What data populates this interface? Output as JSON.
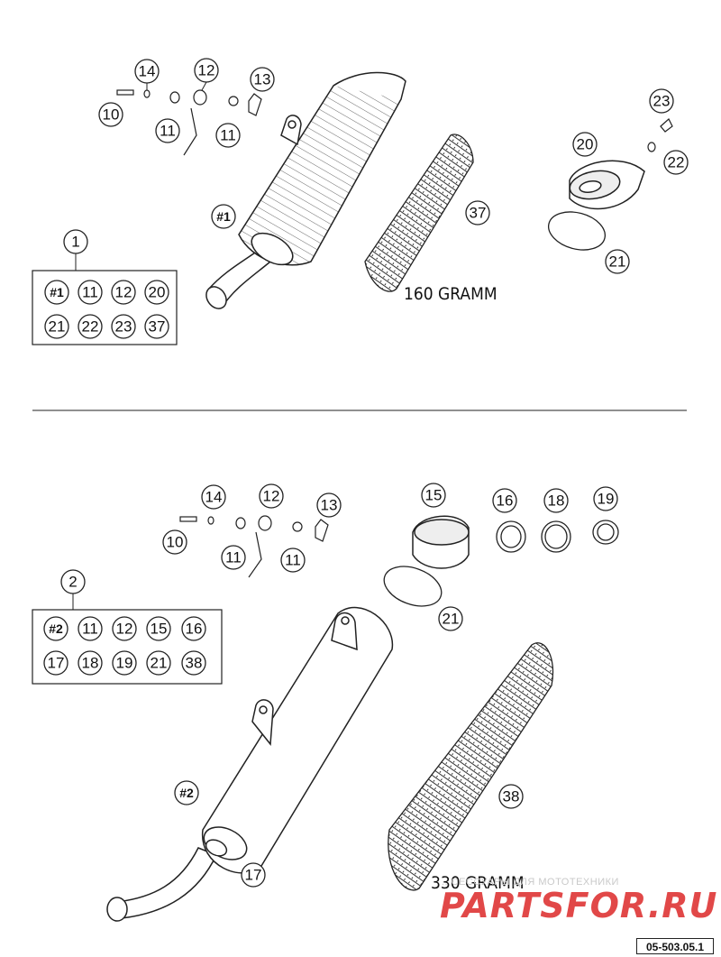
{
  "callouts": {
    "c1": "1",
    "c2": "2",
    "c10a": "10",
    "c11a": "11",
    "c11b": "11",
    "c12a": "12",
    "c13a": "13",
    "c14a": "14",
    "c20": "20",
    "c21a": "21",
    "c22": "22",
    "c23": "23",
    "c37": "37",
    "c1muff": "#1",
    "c10b": "10",
    "c11c": "11",
    "c11d": "11",
    "c12b": "12",
    "c13b": "13",
    "c14b": "14",
    "c15": "15",
    "c16": "16",
    "c18": "18",
    "c19": "19",
    "c21b": "21",
    "c38": "38",
    "c17": "17",
    "c2muff": "#2"
  },
  "kit1": {
    "row1": [
      "#1",
      "11",
      "12",
      "20"
    ],
    "row2": [
      "21",
      "22",
      "23",
      "37"
    ]
  },
  "kit2": {
    "row1": [
      "#2",
      "11",
      "12",
      "15",
      "16"
    ],
    "row2": [
      "17",
      "18",
      "19",
      "21",
      "38"
    ]
  },
  "weights": {
    "top": "160 GRAMM",
    "bottom": "330 GRAMM"
  },
  "reference": "05-503.05.1",
  "watermark": {
    "text": "...СЕССУАРЫ ДЛЯ МОТОТЕХНИКИ",
    "logo": "PARTSFOR.RU"
  }
}
